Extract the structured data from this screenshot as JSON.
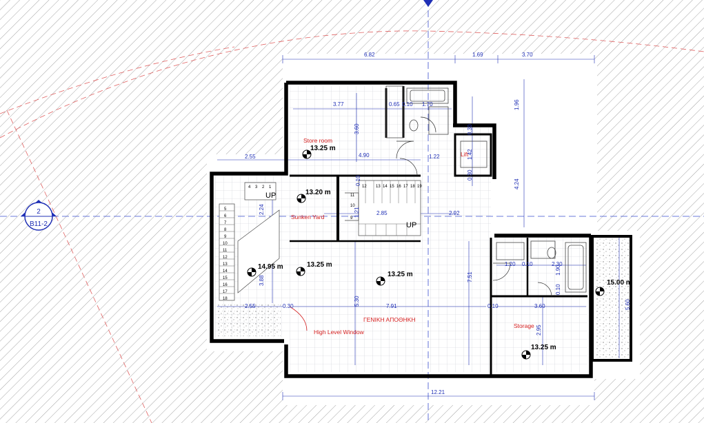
{
  "section_marker": {
    "number": "2",
    "sheet": "B11-2"
  },
  "rooms": {
    "store_room": "Store room",
    "lift": "Lift",
    "sunken_yard": "Sunken Yard",
    "main_storage": "ΓΕΝΙΚΗ ΑΠΟΘΗΚΗ",
    "storage": "Storage",
    "high_level_window": "High Level Window"
  },
  "levels": {
    "store_room": "13.25 m",
    "stair_landing": "13.20 m",
    "left_stair": "14.95 m",
    "main_left": "13.25 m",
    "main_center": "13.25 m",
    "storage": "13.25 m",
    "right_yard": "15.00 m"
  },
  "up_labels": {
    "left": "UP",
    "center": "UP"
  },
  "dimensions": {
    "top_a": "6.82",
    "top_b": "1.69",
    "top_c": "3.70",
    "store_w": "3.77",
    "wall_a": "0.65",
    "wall_b": "0.10",
    "bath_w": "1.70",
    "right_h1": "1.96",
    "right_h2": "4.24",
    "store_h": "3.60",
    "lift_a": "0.30",
    "lift_b": "1.42",
    "lift_c": "0.30",
    "left_w": "2.55",
    "mid_w": "4.90",
    "corr_w": "1.22",
    "stair_a": "0.10",
    "stair_b": "2.24",
    "stair_c": "1.21",
    "stair_d": "2.85",
    "mid_span": "2.92",
    "wc_a": "1.20",
    "wc_b": "0.10",
    "wc_c": "2.30",
    "wc_d": "1.90",
    "wc_e": "0.10",
    "yard_h": "3.88",
    "yard_w": "2.55",
    "wall_c": "0.30",
    "main_h": "5.30",
    "main_w": "7.91",
    "main_v": "7.51",
    "wall_d": "0.10",
    "storage_w": "3.60",
    "storage_h": "2.95",
    "right_yard_h": "5.60",
    "bottom_total": "12.21"
  },
  "step_numbers_left": [
    "5",
    "6",
    "7",
    "8",
    "9",
    "10",
    "11",
    "12",
    "13",
    "14",
    "15",
    "16",
    "17",
    "18"
  ],
  "step_numbers_top_left": [
    "4",
    "3",
    "2",
    "1"
  ],
  "step_numbers_center_top": [
    "12",
    "13",
    "14",
    "15",
    "16",
    "17",
    "18",
    "19"
  ],
  "step_numbers_center_side": [
    "11",
    "10",
    "9"
  ]
}
